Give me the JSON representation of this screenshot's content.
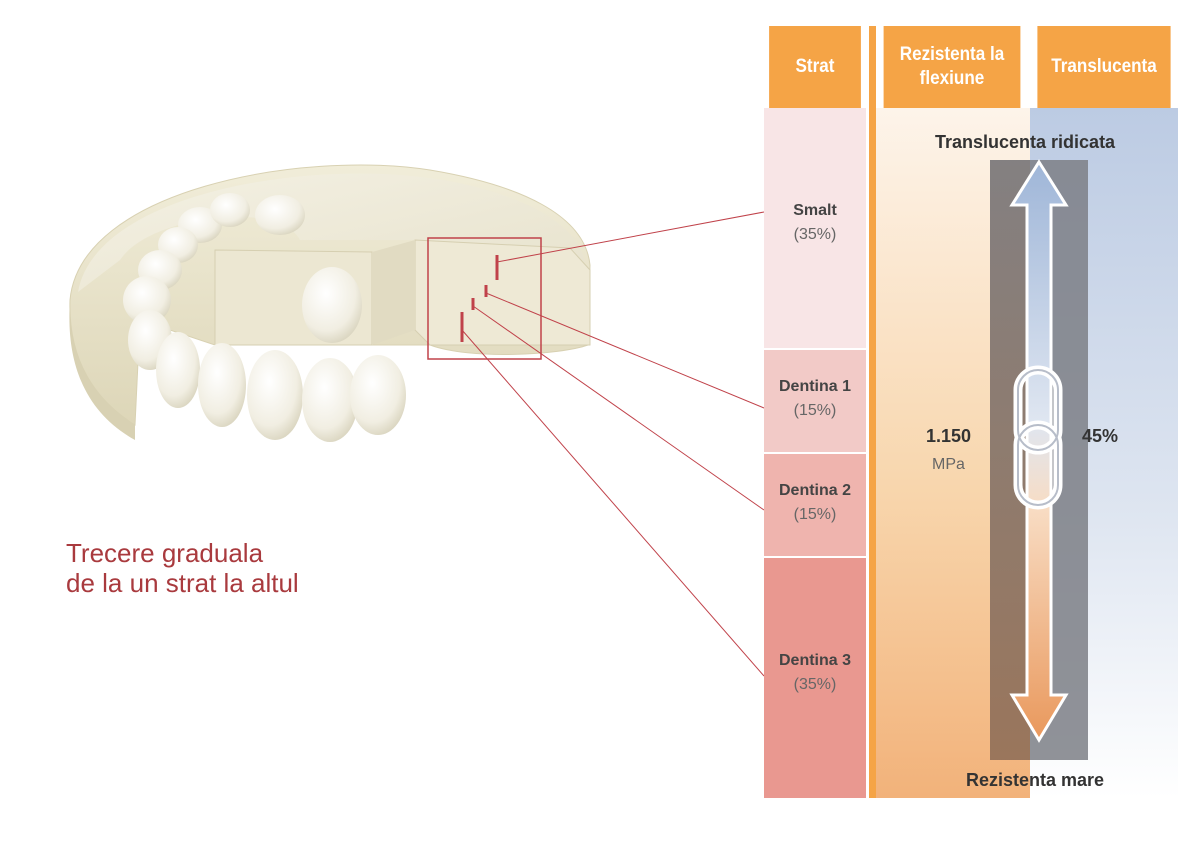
{
  "caption": {
    "line1": "Trecere graduala",
    "line2": "de la un strat la altul"
  },
  "table": {
    "headers": {
      "layer": "Strat",
      "strength": "Rezistenta la flexiune",
      "translucency": "Translucenta"
    },
    "layers": [
      {
        "name": "Smalt",
        "percent": "(35%)",
        "color": "#f8e5e6"
      },
      {
        "name": "Dentina 1",
        "percent": "(15%)",
        "color": "#f2cac7"
      },
      {
        "name": "Dentina 2",
        "percent": "(15%)",
        "color": "#efb4ae"
      },
      {
        "name": "Dentina 3",
        "percent": "(35%)",
        "color": "#e99890"
      }
    ],
    "top_label": "Translucenta ridicata",
    "bottom_label": "Rezistenta mare",
    "strength_value": "1.150",
    "strength_unit": "MPa",
    "translucency_value": "45%"
  },
  "colors": {
    "accent": "#f5a446",
    "caption": "#a93a3e",
    "connector": "#c0424a"
  }
}
